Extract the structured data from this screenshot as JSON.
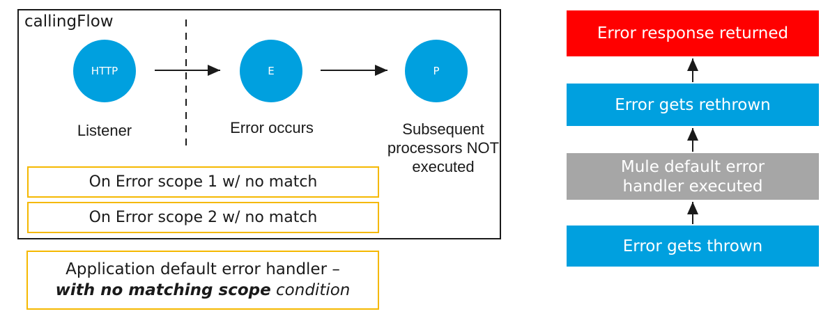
{
  "flow": {
    "name": "callingFlow",
    "nodes": [
      {
        "label": "HTTP",
        "caption": "Listener"
      },
      {
        "label": "E",
        "caption": "Error occurs"
      },
      {
        "label": "P",
        "caption_lines": [
          "Subsequent",
          "processors NOT",
          "executed"
        ]
      }
    ],
    "scopes": [
      "On Error scope 1 w/ no match",
      "On Error scope 2 w/ no match"
    ]
  },
  "app_handler": {
    "line1": "Application default error handler –",
    "line2_bold": "with no matching scope",
    "line2_rest": " condition"
  },
  "steps": [
    {
      "label": "Error response returned",
      "color": "#ff0000"
    },
    {
      "label": "Error gets rethrown",
      "color": "#00a0df"
    },
    {
      "label_lines": [
        "Mule default error",
        "handler executed"
      ],
      "color": "#a6a6a6"
    },
    {
      "label": "Error gets thrown",
      "color": "#00a0df"
    }
  ],
  "colors": {
    "node": "#00a0df",
    "scope_border": "#f5b800"
  }
}
